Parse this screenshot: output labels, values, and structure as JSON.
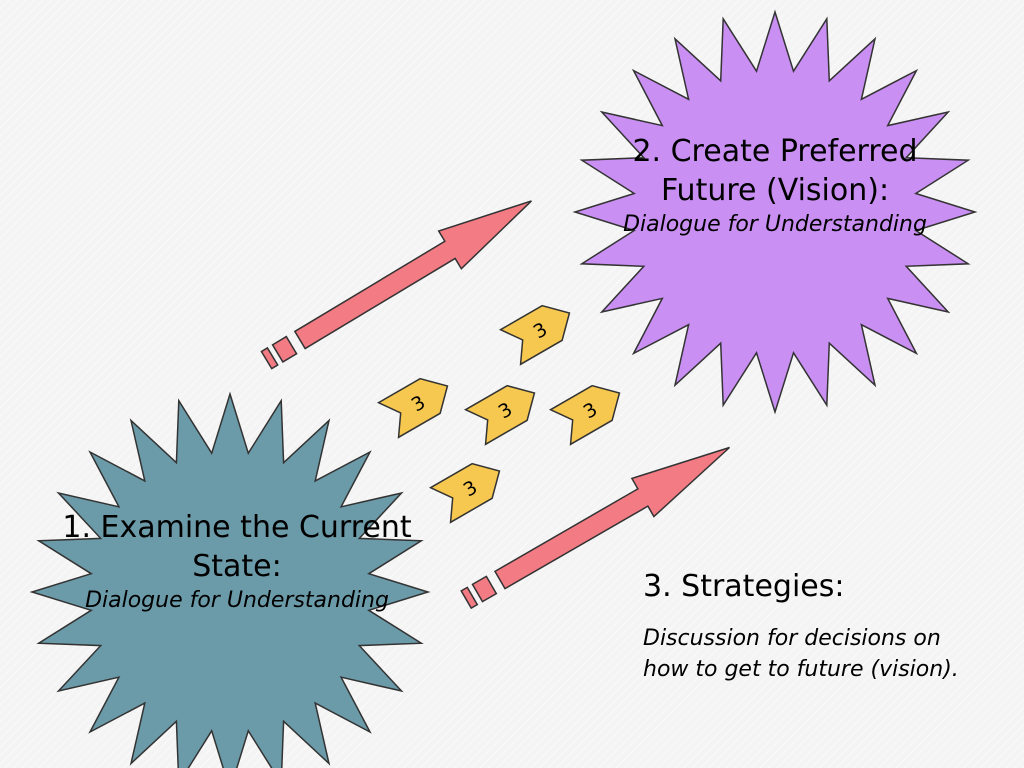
{
  "colors": {
    "star_current": "#6b9aa8",
    "star_future": "#c98ff3",
    "arrow_fill": "#f37b83",
    "chevron_fill": "#f6c84f",
    "outline": "#333333"
  },
  "current_state": {
    "title": "1. Examine the Current State:",
    "subtitle": "Dialogue for Understanding"
  },
  "preferred_future": {
    "title": "2. Create Preferred Future (Vision):",
    "subtitle": "Dialogue for Understanding"
  },
  "strategies": {
    "title": "3. Strategies:",
    "description": "Discussion for decisions on how to get to future (vision)."
  },
  "strategy_markers": [
    "3",
    "3",
    "3",
    "3",
    "3"
  ]
}
